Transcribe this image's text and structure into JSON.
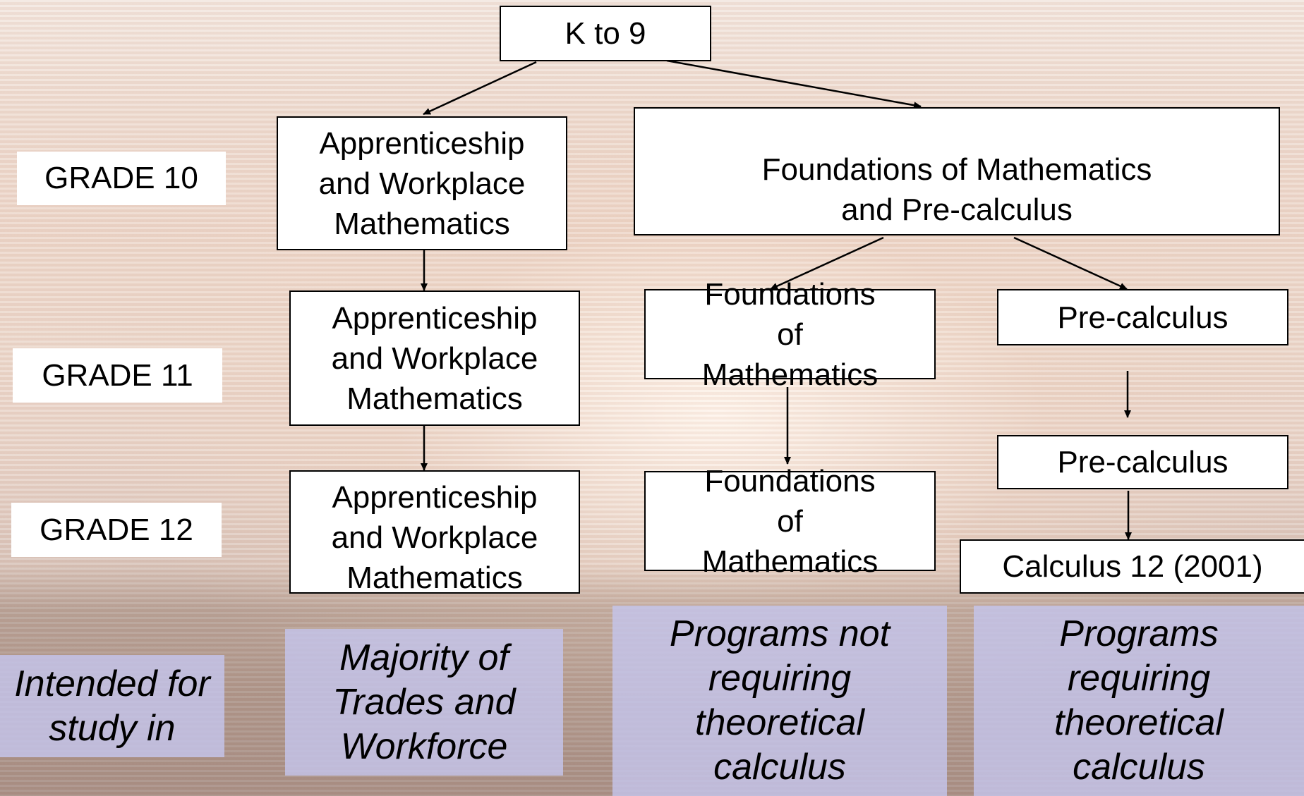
{
  "background": {
    "description_colors": [
      "#f2e1d6",
      "#a78a7d"
    ]
  },
  "nodes": {
    "k9": "K to 9",
    "awm10": "Apprenticeship and Workplace Mathematics",
    "fmpc10": "Foundations of Mathematics and Pre-calculus",
    "awm11": "Apprenticeship and Workplace Mathematics",
    "fm11": "Foundations of Mathematics",
    "pc11": "Pre-calculus",
    "awm12": "Apprenticeship and Workplace Mathematics",
    "fm12": "Foundations of Mathematics",
    "pc12": "Pre-calculus",
    "calc12": "Calculus 12 (2001)"
  },
  "grades": {
    "g10": "GRADE 10",
    "g11": "GRADE 11",
    "g12": "GRADE 12"
  },
  "audience": {
    "header": "Intended for study in",
    "awm": "Majority of Trades and Workforce",
    "fm": "Programs not requiring theoretical calculus",
    "pc": "Programs requiring theoretical calculus"
  },
  "colors": {
    "box_fill": "#ffffff",
    "audience_fill": "#c4c4ec",
    "line": "#000000"
  }
}
